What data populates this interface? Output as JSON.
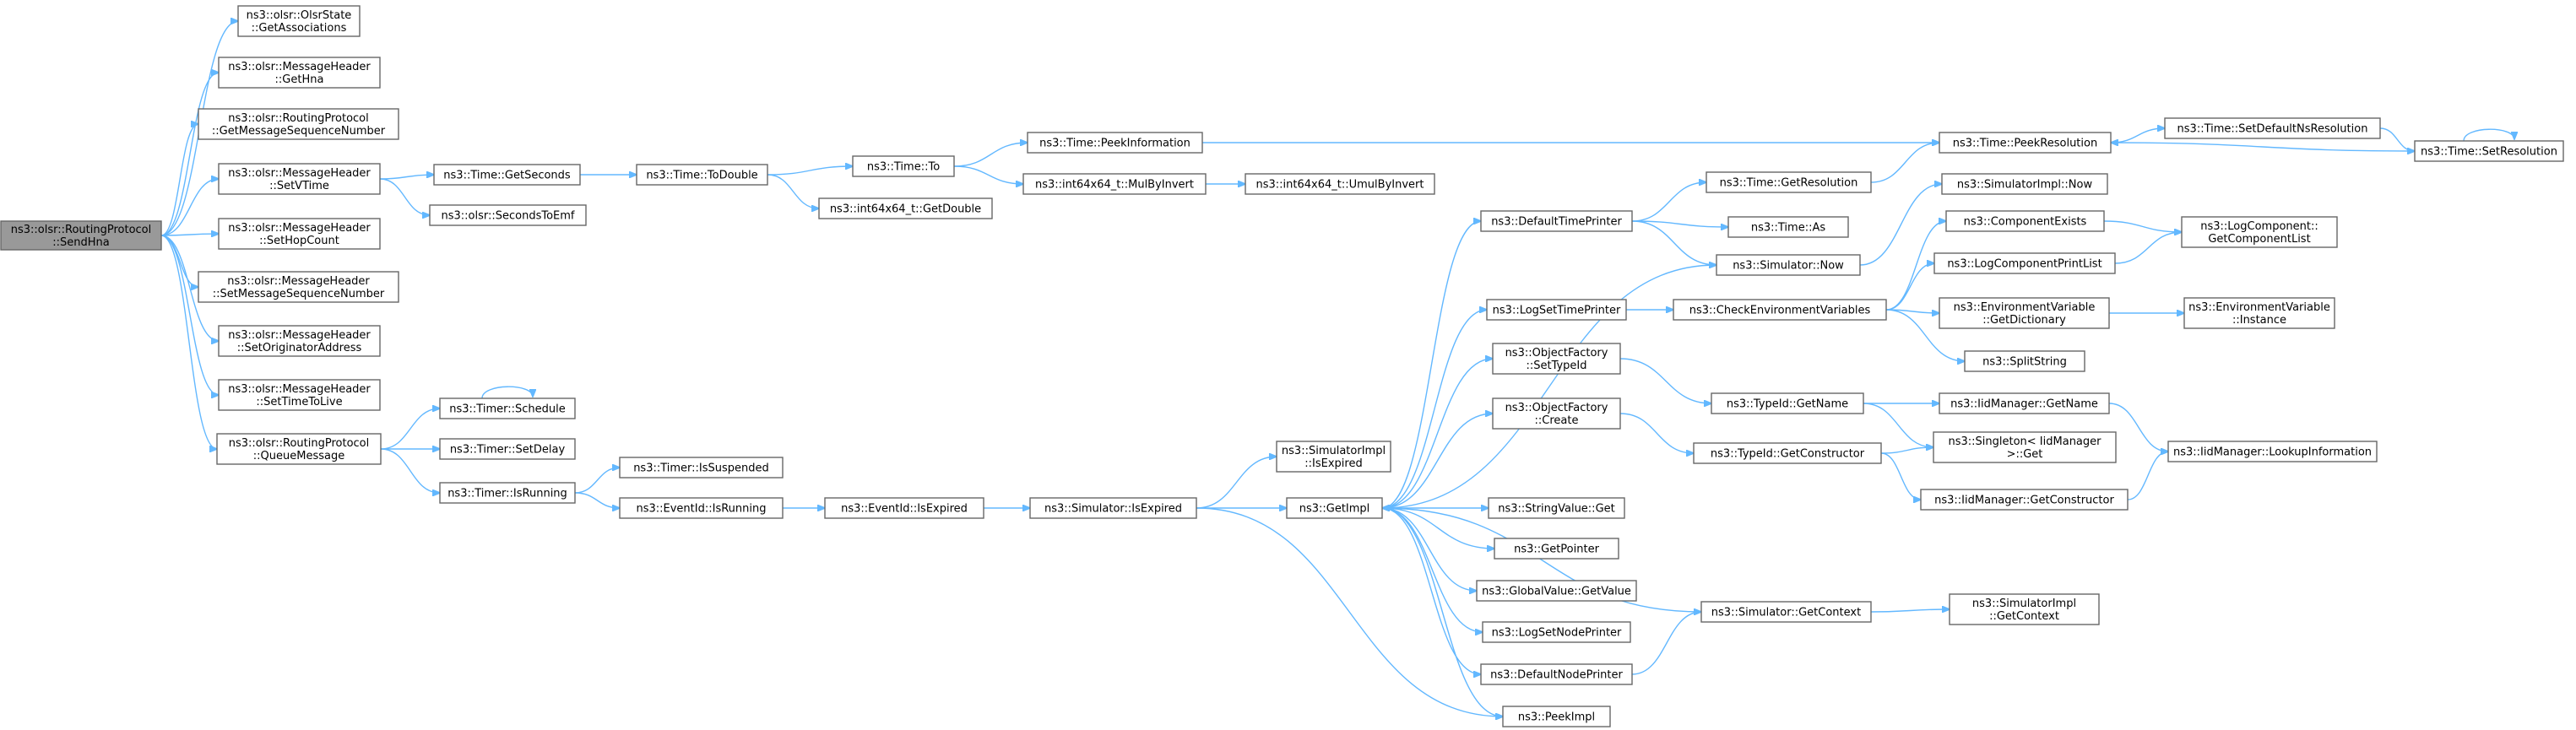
{
  "graph": {
    "root": "n0",
    "nodes": [
      {
        "id": "n0",
        "lines": [
          "ns3::olsr::RoutingProtocol",
          "::SendHna"
        ],
        "highlight": true
      },
      {
        "id": "n1",
        "lines": [
          "ns3::olsr::OlsrState",
          "::GetAssociations"
        ]
      },
      {
        "id": "n2",
        "lines": [
          "ns3::olsr::MessageHeader",
          "::GetHna"
        ]
      },
      {
        "id": "n3",
        "lines": [
          "ns3::olsr::RoutingProtocol",
          "::GetMessageSequenceNumber"
        ]
      },
      {
        "id": "n4",
        "lines": [
          "ns3::olsr::MessageHeader",
          "::SetVTime"
        ]
      },
      {
        "id": "n5",
        "lines": [
          "ns3::olsr::MessageHeader",
          "::SetHopCount"
        ]
      },
      {
        "id": "n6",
        "lines": [
          "ns3::olsr::MessageHeader",
          "::SetMessageSequenceNumber"
        ]
      },
      {
        "id": "n7",
        "lines": [
          "ns3::olsr::MessageHeader",
          "::SetOriginatorAddress"
        ]
      },
      {
        "id": "n8",
        "lines": [
          "ns3::olsr::MessageHeader",
          "::SetTimeToLive"
        ]
      },
      {
        "id": "n9",
        "lines": [
          "ns3::olsr::RoutingProtocol",
          "::QueueMessage"
        ]
      },
      {
        "id": "n10",
        "lines": [
          "ns3::Time::GetSeconds"
        ]
      },
      {
        "id": "n11",
        "lines": [
          "ns3::olsr::SecondsToEmf"
        ]
      },
      {
        "id": "n12",
        "lines": [
          "ns3::Timer::Schedule"
        ]
      },
      {
        "id": "n13",
        "lines": [
          "ns3::Timer::SetDelay"
        ]
      },
      {
        "id": "n14",
        "lines": [
          "ns3::Timer::IsRunning"
        ]
      },
      {
        "id": "n15",
        "lines": [
          "ns3::Time::ToDouble"
        ]
      },
      {
        "id": "n16",
        "lines": [
          "ns3::Timer::IsSuspended"
        ]
      },
      {
        "id": "n17",
        "lines": [
          "ns3::EventId::IsRunning"
        ]
      },
      {
        "id": "n18",
        "lines": [
          "ns3::Time::To"
        ]
      },
      {
        "id": "n19",
        "lines": [
          "ns3::int64x64_t::GetDouble"
        ]
      },
      {
        "id": "n20",
        "lines": [
          "ns3::EventId::IsExpired"
        ]
      },
      {
        "id": "n21",
        "lines": [
          "ns3::Time::PeekInformation"
        ]
      },
      {
        "id": "n22",
        "lines": [
          "ns3::int64x64_t::MulByInvert"
        ]
      },
      {
        "id": "n23",
        "lines": [
          "ns3::Simulator::IsExpired"
        ]
      },
      {
        "id": "n24",
        "lines": [
          "ns3::int64x64_t::UmulByInvert"
        ]
      },
      {
        "id": "n25",
        "lines": [
          "ns3::SimulatorImpl",
          "::IsExpired"
        ]
      },
      {
        "id": "n26",
        "lines": [
          "ns3::GetImpl"
        ]
      },
      {
        "id": "n27",
        "lines": [
          "ns3::DefaultTimePrinter"
        ]
      },
      {
        "id": "n28",
        "lines": [
          "ns3::LogSetTimePrinter"
        ]
      },
      {
        "id": "n29",
        "lines": [
          "ns3::ObjectFactory",
          "::SetTypeId"
        ]
      },
      {
        "id": "n30",
        "lines": [
          "ns3::ObjectFactory",
          "::Create"
        ]
      },
      {
        "id": "n31",
        "lines": [
          "ns3::StringValue::Get"
        ]
      },
      {
        "id": "n32",
        "lines": [
          "ns3::GetPointer"
        ]
      },
      {
        "id": "n33",
        "lines": [
          "ns3::GlobalValue::GetValue"
        ]
      },
      {
        "id": "n34",
        "lines": [
          "ns3::LogSetNodePrinter"
        ]
      },
      {
        "id": "n35",
        "lines": [
          "ns3::DefaultNodePrinter"
        ]
      },
      {
        "id": "n36",
        "lines": [
          "ns3::PeekImpl"
        ]
      },
      {
        "id": "n37",
        "lines": [
          "ns3::Time::GetResolution"
        ]
      },
      {
        "id": "n38",
        "lines": [
          "ns3::Time::As"
        ]
      },
      {
        "id": "n39",
        "lines": [
          "ns3::Simulator::Now"
        ]
      },
      {
        "id": "n40",
        "lines": [
          "ns3::CheckEnvironmentVariables"
        ]
      },
      {
        "id": "n41",
        "lines": [
          "ns3::TypeId::GetName"
        ]
      },
      {
        "id": "n42",
        "lines": [
          "ns3::TypeId::GetConstructor"
        ]
      },
      {
        "id": "n43",
        "lines": [
          "ns3::Simulator::GetContext"
        ]
      },
      {
        "id": "n44",
        "lines": [
          "ns3::Time::PeekResolution"
        ]
      },
      {
        "id": "n45",
        "lines": [
          "ns3::SimulatorImpl::Now"
        ]
      },
      {
        "id": "n46",
        "lines": [
          "ns3::ComponentExists"
        ]
      },
      {
        "id": "n47",
        "lines": [
          "ns3::LogComponentPrintList"
        ]
      },
      {
        "id": "n48",
        "lines": [
          "ns3::EnvironmentVariable",
          "::GetDictionary"
        ]
      },
      {
        "id": "n49",
        "lines": [
          "ns3::SplitString"
        ]
      },
      {
        "id": "n50",
        "lines": [
          "ns3::IidManager::GetName"
        ]
      },
      {
        "id": "n51",
        "lines": [
          "ns3::Singleton< IidManager",
          " >::Get"
        ]
      },
      {
        "id": "n52",
        "lines": [
          "ns3::IidManager::GetConstructor"
        ]
      },
      {
        "id": "n53",
        "lines": [
          "ns3::SimulatorImpl",
          "::GetContext"
        ]
      },
      {
        "id": "n54",
        "lines": [
          "ns3::Time::SetDefaultNsResolution"
        ]
      },
      {
        "id": "n55",
        "lines": [
          "ns3::LogComponent::",
          "GetComponentList"
        ]
      },
      {
        "id": "n56",
        "lines": [
          "ns3::EnvironmentVariable",
          "::Instance"
        ]
      },
      {
        "id": "n57",
        "lines": [
          "ns3::IidManager::LookupInformation"
        ]
      },
      {
        "id": "n58",
        "lines": [
          "ns3::Time::SetResolution"
        ]
      }
    ],
    "edges": [
      [
        "n0",
        "n1"
      ],
      [
        "n0",
        "n2"
      ],
      [
        "n0",
        "n3"
      ],
      [
        "n0",
        "n4"
      ],
      [
        "n0",
        "n5"
      ],
      [
        "n0",
        "n6"
      ],
      [
        "n0",
        "n7"
      ],
      [
        "n0",
        "n8"
      ],
      [
        "n0",
        "n9"
      ],
      [
        "n4",
        "n10"
      ],
      [
        "n4",
        "n11"
      ],
      [
        "n10",
        "n15"
      ],
      [
        "n15",
        "n18"
      ],
      [
        "n15",
        "n19"
      ],
      [
        "n18",
        "n21"
      ],
      [
        "n18",
        "n22"
      ],
      [
        "n22",
        "n24"
      ],
      [
        "n21",
        "n44"
      ],
      [
        "n44",
        "n54"
      ],
      [
        "n54",
        "n58"
      ],
      [
        "n58",
        "n44"
      ],
      [
        "n58",
        "n58"
      ],
      [
        "n9",
        "n12"
      ],
      [
        "n9",
        "n13"
      ],
      [
        "n9",
        "n14"
      ],
      [
        "n12",
        "n12"
      ],
      [
        "n14",
        "n16"
      ],
      [
        "n14",
        "n17"
      ],
      [
        "n17",
        "n20"
      ],
      [
        "n20",
        "n23"
      ],
      [
        "n23",
        "n25"
      ],
      [
        "n23",
        "n26"
      ],
      [
        "n23",
        "n36"
      ],
      [
        "n26",
        "n27"
      ],
      [
        "n26",
        "n28"
      ],
      [
        "n26",
        "n29"
      ],
      [
        "n26",
        "n30"
      ],
      [
        "n26",
        "n31"
      ],
      [
        "n26",
        "n32"
      ],
      [
        "n26",
        "n33"
      ],
      [
        "n26",
        "n34"
      ],
      [
        "n26",
        "n35"
      ],
      [
        "n26",
        "n36"
      ],
      [
        "n27",
        "n37"
      ],
      [
        "n27",
        "n38"
      ],
      [
        "n27",
        "n39"
      ],
      [
        "n37",
        "n44"
      ],
      [
        "n39",
        "n26"
      ],
      [
        "n39",
        "n45"
      ],
      [
        "n28",
        "n40"
      ],
      [
        "n40",
        "n46"
      ],
      [
        "n40",
        "n47"
      ],
      [
        "n40",
        "n48"
      ],
      [
        "n40",
        "n49"
      ],
      [
        "n46",
        "n55"
      ],
      [
        "n47",
        "n55"
      ],
      [
        "n48",
        "n56"
      ],
      [
        "n29",
        "n41"
      ],
      [
        "n30",
        "n42"
      ],
      [
        "n41",
        "n50"
      ],
      [
        "n41",
        "n51"
      ],
      [
        "n42",
        "n51"
      ],
      [
        "n42",
        "n52"
      ],
      [
        "n50",
        "n57"
      ],
      [
        "n52",
        "n57"
      ],
      [
        "n35",
        "n43"
      ],
      [
        "n43",
        "n26"
      ],
      [
        "n43",
        "n53"
      ]
    ]
  }
}
